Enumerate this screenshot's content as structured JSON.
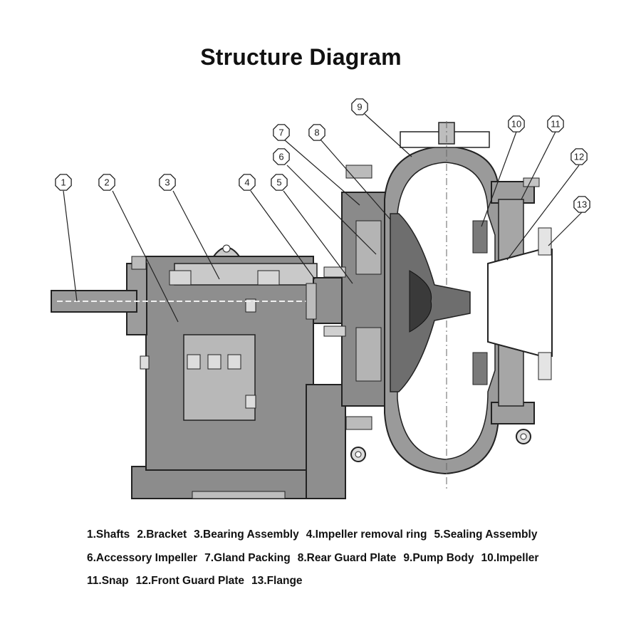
{
  "title": "Structure Diagram",
  "callouts": [
    "1",
    "2",
    "3",
    "4",
    "5",
    "6",
    "7",
    "8",
    "9",
    "10",
    "11",
    "12",
    "13"
  ],
  "legend": {
    "line1": [
      "1.Shafts",
      "2.Bracket",
      "3.Bearing Assembly",
      "4.Impeller removal ring",
      "5.Sealing Assembly"
    ],
    "line2": [
      "6.Accessory Impeller",
      "7.Gland Packing",
      "8.Rear Guard Plate",
      "9.Pump Body",
      "10.Impeller"
    ],
    "line3": [
      "11.Snap",
      "12.Front Guard Plate",
      "13.Flange"
    ]
  }
}
